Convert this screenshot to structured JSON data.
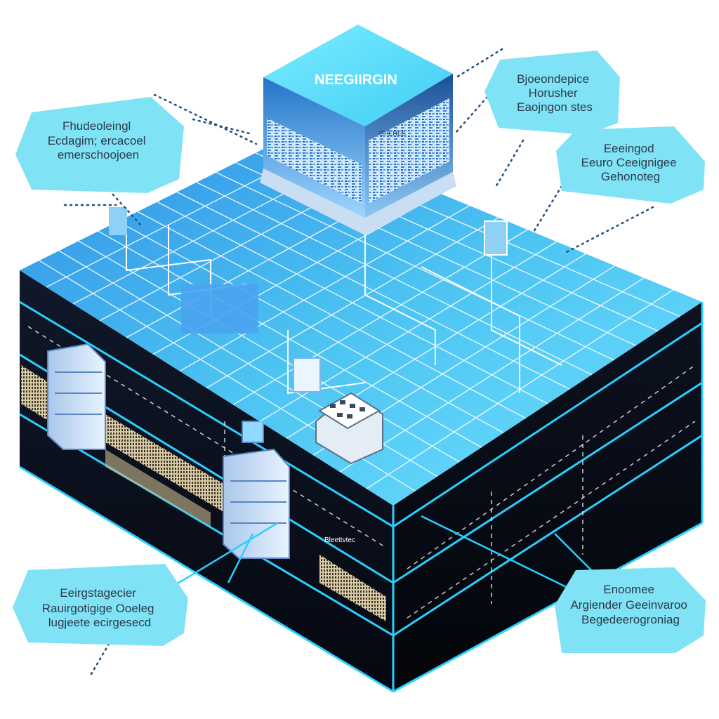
{
  "building": {
    "sign": "NEEGIIRGIN",
    "side_sign": "GHERES",
    "floor_sign": "Bleettvtec"
  },
  "callouts": {
    "top_left": [
      "Fhudeoleingl",
      "Ecdagim; ercacoel",
      "emerschoojoen"
    ],
    "top_right": [
      "Bjoeondepice",
      "Horusher",
      "Eaojngon stes"
    ],
    "mid_right": [
      "Eeeingod",
      "Eeuro Ceeignigee",
      "Gehonoteg"
    ],
    "bottom_left": [
      "Eeirgstagecier",
      "Rauirgotigige Ooeleg",
      "lugjeete ecirgesecd"
    ],
    "bottom_right": [
      "Enoomee",
      "Argiender Geeinvaroo",
      "Begedeerogroniag"
    ]
  },
  "colors": {
    "roof": "#4cc0f0",
    "grid_line": "#ffffff",
    "cyan_accent": "#29d0ff",
    "dark_side": "#0a0f1c",
    "callout_fill": "#7fe3f5",
    "cube_top": "#5fe0ff",
    "cube_front": "#1e63b5"
  }
}
